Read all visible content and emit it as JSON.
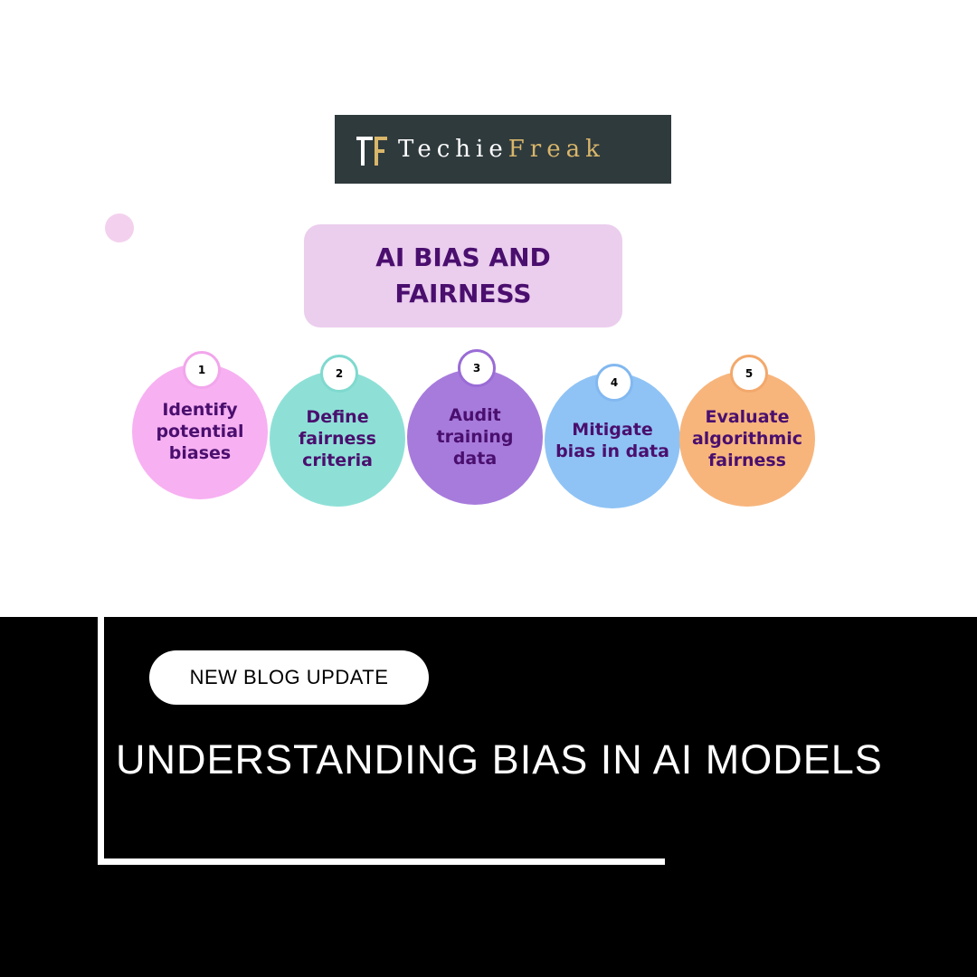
{
  "logo": {
    "word1": "Techie",
    "word2": "Freak"
  },
  "title": {
    "line": "AI BIAS AND FAIRNESS"
  },
  "steps": [
    {
      "number": "1",
      "label": "Identify potential biases",
      "color": "#f7b0f2",
      "ring": "#f2a6ec"
    },
    {
      "number": "2",
      "label": "Define fairness criteria",
      "color": "#8ee0d7",
      "ring": "#7fd9cf"
    },
    {
      "number": "3",
      "label": "Audit training data",
      "color": "#a77bdc",
      "ring": "#9a6cd6"
    },
    {
      "number": "4",
      "label": "Mitigate bias in data",
      "color": "#8fc3f5",
      "ring": "#82b8f0"
    },
    {
      "number": "5",
      "label": "Evaluate algorithmic fairness",
      "color": "#f7b57c",
      "ring": "#f3a86b"
    }
  ],
  "banner": {
    "pill_label": "NEW BLOG UPDATE",
    "headline": "UNDERSTANDING BIAS IN AI MODELS"
  },
  "colors": {
    "title_text": "#4a0f6e",
    "title_box": "#ebcdee",
    "logo_bg": "#2f3a3d",
    "logo_accent": "#d9b66a"
  }
}
